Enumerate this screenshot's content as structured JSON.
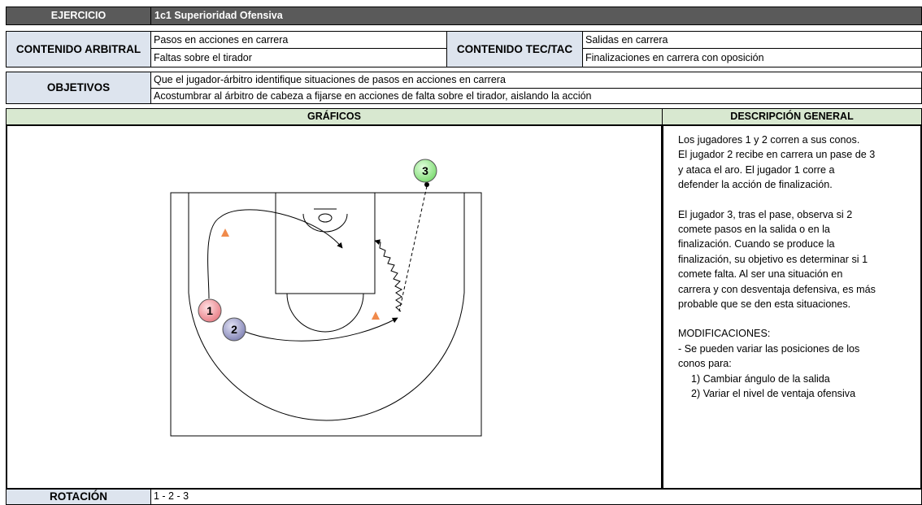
{
  "header": {
    "ejercicio_label": "EJERCICIO",
    "ejercicio_title": "1c1 Superioridad Ofensiva"
  },
  "contenido_arbitral": {
    "label": "CONTENIDO ARBITRAL",
    "items": [
      "Pasos en acciones en carrera",
      "Faltas sobre el tirador"
    ]
  },
  "contenido_tectac": {
    "label": "CONTENIDO TEC/TAC",
    "items": [
      "Salidas en carrera",
      "Finalizaciones en carrera con oposición"
    ]
  },
  "objetivos": {
    "label": "OBJETIVOS",
    "items": [
      "Que el jugador-árbitro identifique situaciones de pasos en acciones en carrera",
      "Acostumbrar al árbitro de cabeza a fijarse en acciones de falta sobre el tirador, aislando la acción"
    ]
  },
  "graficos": {
    "label": "GRÁFICOS",
    "players": [
      "1",
      "2",
      "3"
    ]
  },
  "descripcion": {
    "label": "DESCRIPCIÓN GENERAL",
    "p1": [
      "Los jugadores 1 y 2 corren a sus conos.",
      "El jugador 2 recibe en carrera un pase de 3",
      "y ataca el aro. El jugador 1 corre a",
      "defender la acción de finalización."
    ],
    "p2": [
      "El jugador 3, tras el pase, observa si 2",
      "comete pasos en la salida o en la",
      "finalización. Cuando se produce la",
      "finalización, su objetivo es determinar si 1",
      "comete falta. Al ser una situación en",
      "carrera y con desventaja defensiva, es más",
      "probable que se den esta situaciones."
    ],
    "mod_title": "MODIFICACIONES:",
    "mod_lines": [
      "- Se pueden variar las posiciones de los",
      "conos para:"
    ],
    "mod_items": [
      "1) Cambiar ángulo de la salida",
      "2) Variar el nivel de ventaja ofensiva"
    ]
  },
  "rotacion": {
    "label": "ROTACIÓN",
    "value": "1 - 2 - 3"
  },
  "colors": {
    "header_dark": "#5a5a5a",
    "label_blue": "#dde4ee",
    "section_green": "#d8e8d0",
    "player1": "#f4a0a4",
    "player2": "#a7a8cf",
    "player3": "#a8f0a0",
    "cone": "#f08a4b"
  }
}
